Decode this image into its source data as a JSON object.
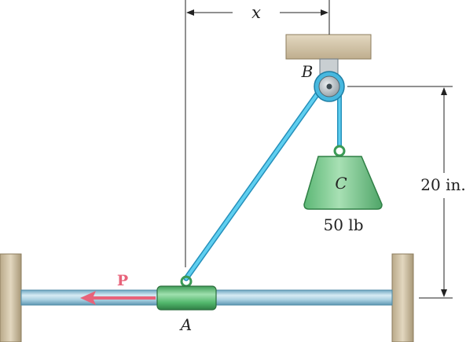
{
  "labels": {
    "dimension_x": "x",
    "point_b": "B",
    "point_c": "C",
    "point_a": "A",
    "force_p": "P",
    "weight": "50 lb",
    "height": "20 in."
  },
  "colors": {
    "cable": "#45bfe6",
    "cable_edge": "#2590bb",
    "collar": "#52b76c",
    "weight_block": "#79c88f",
    "support": "#d8ccb1",
    "rod": "#9fc9dc",
    "force_arrow": "#e8637a",
    "line": "#222222"
  }
}
